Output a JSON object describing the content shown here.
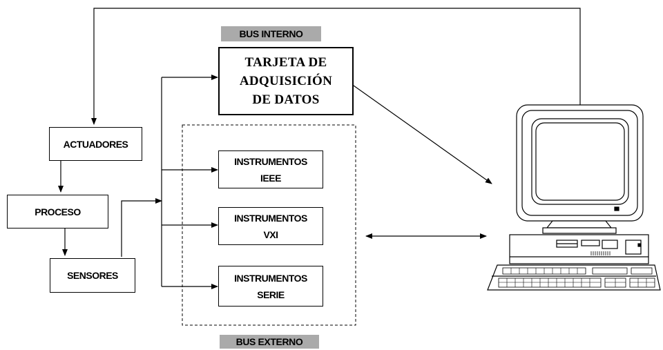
{
  "bus_interno": "BUS INTERNO",
  "bus_externo": "BUS EXTERNO",
  "tarjeta": {
    "line1": "TARJETA  DE",
    "line2": "ADQUISICIÓN",
    "line3": "DE   DATOS"
  },
  "actuadores": "ACTUADORES",
  "proceso": "PROCESO",
  "sensores": "SENSORES",
  "instr_ieee": {
    "line1": "INSTRUMENTOS",
    "line2": "IEEE"
  },
  "instr_vxi": {
    "line1": "INSTRUMENTOS",
    "line2": "VXI"
  },
  "instr_serie": {
    "line1": "INSTRUMENTOS",
    "line2": "SERIE"
  },
  "colors": {
    "bus_label_bg": "#aaaaaa",
    "lines": "#000000"
  }
}
